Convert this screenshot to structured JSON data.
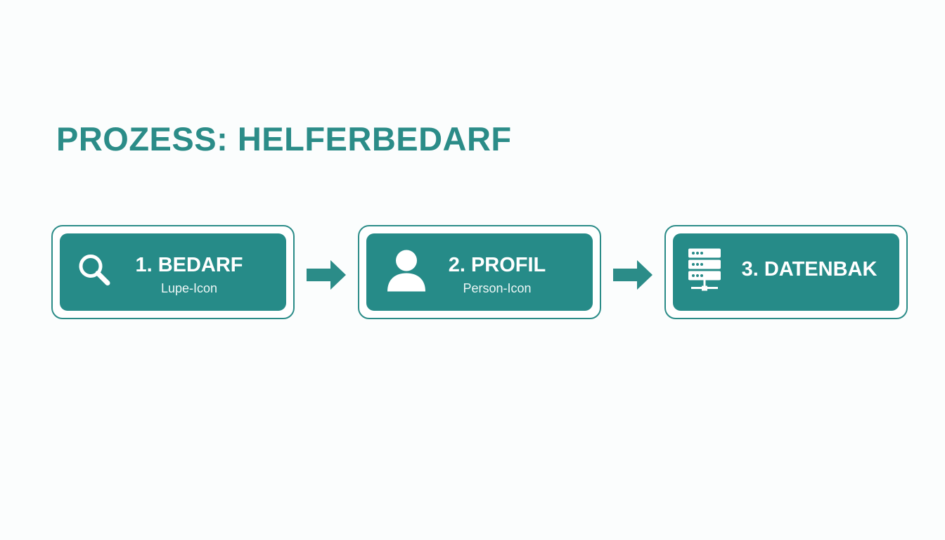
{
  "diagram": {
    "title": "PROZESS: HELFERBEDARF",
    "steps": [
      {
        "label": "1. BEDARF",
        "sublabel": "Lupe-Icon",
        "icon": "search-icon"
      },
      {
        "label": "2. PROFIL",
        "sublabel": "Person-Icon",
        "icon": "person-icon"
      },
      {
        "label": "3. DATENBAK",
        "sublabel": "",
        "icon": "database-server-icon"
      }
    ],
    "connectors": [
      "arrow-right-icon",
      "arrow-right-icon"
    ]
  },
  "colors": {
    "accent": "#2b8c88",
    "box_fill": "#268b88",
    "text_on_box": "#ffffff",
    "background": "#fbfdfd"
  }
}
